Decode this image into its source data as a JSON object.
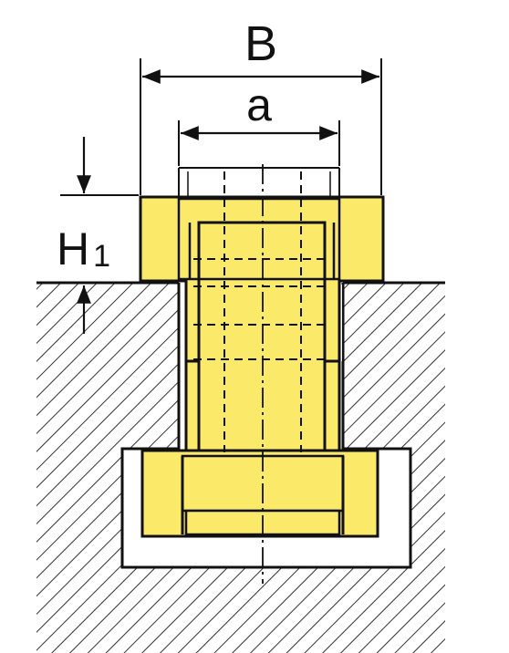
{
  "labels": {
    "width_B": "B",
    "width_a": "a",
    "height_H": "H",
    "height_H_sub": "1"
  },
  "colors": {
    "part_fill": "#fbe96a",
    "line": "#111111",
    "hatch": "#1a1a1a",
    "background": "#ffffff"
  }
}
